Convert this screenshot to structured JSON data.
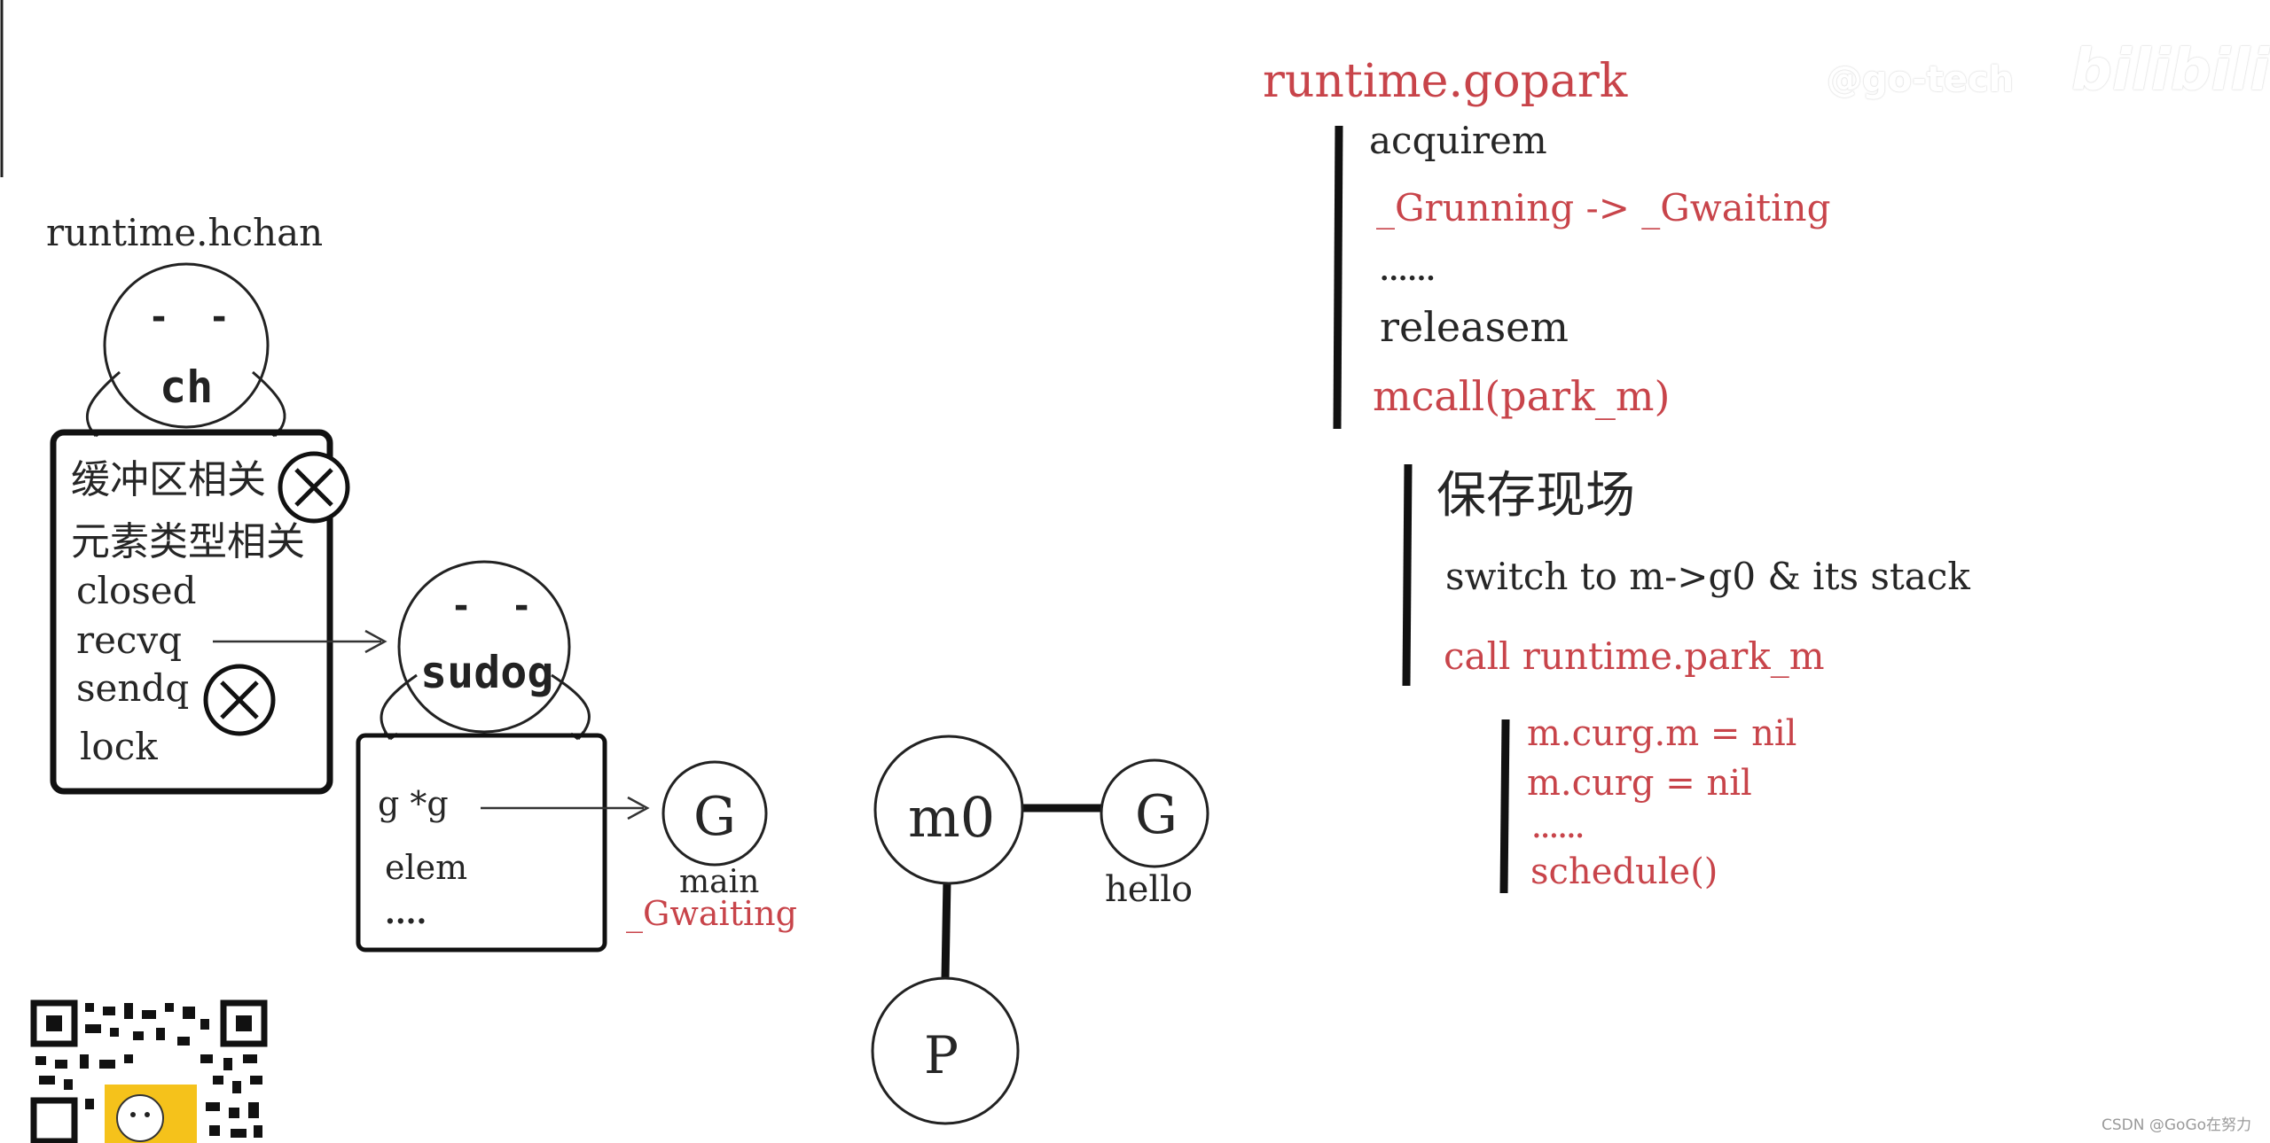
{
  "hchan": {
    "title": "runtime.hchan",
    "face_label": "ch",
    "face_eyes": "- -",
    "fields": [
      "缓冲区相关",
      "元素类型相关",
      "closed",
      "recvq",
      "sendq",
      "lock"
    ]
  },
  "sudog": {
    "face_label": "sudog",
    "face_eyes": "- -",
    "fields": [
      "g *g",
      "elem",
      "...."
    ]
  },
  "main_g": {
    "symbol": "G",
    "name": "main",
    "status": "_Gwaiting"
  },
  "m0": {
    "label": "m0"
  },
  "hello_g": {
    "symbol": "G",
    "name": "hello"
  },
  "p": {
    "label": "P"
  },
  "gopark": {
    "title": "runtime.gopark",
    "steps": [
      "acquirem",
      "_Grunning -> _Gwaiting",
      "......",
      "releasem",
      "mcall(park_m)"
    ]
  },
  "mcall": {
    "steps": [
      "保存现场",
      "switch to m->g0 & its stack",
      "call runtime.park_m"
    ]
  },
  "park_m": {
    "steps": [
      "m.curg.m = nil",
      "m.curg = nil",
      "......",
      "schedule()"
    ]
  },
  "watermark": {
    "channel": "@go-tech",
    "brand": "bilibili"
  },
  "footer": {
    "credit": "CSDN @GoGo在努力"
  },
  "colors": {
    "red": "#c8444a",
    "ink": "#222222"
  }
}
